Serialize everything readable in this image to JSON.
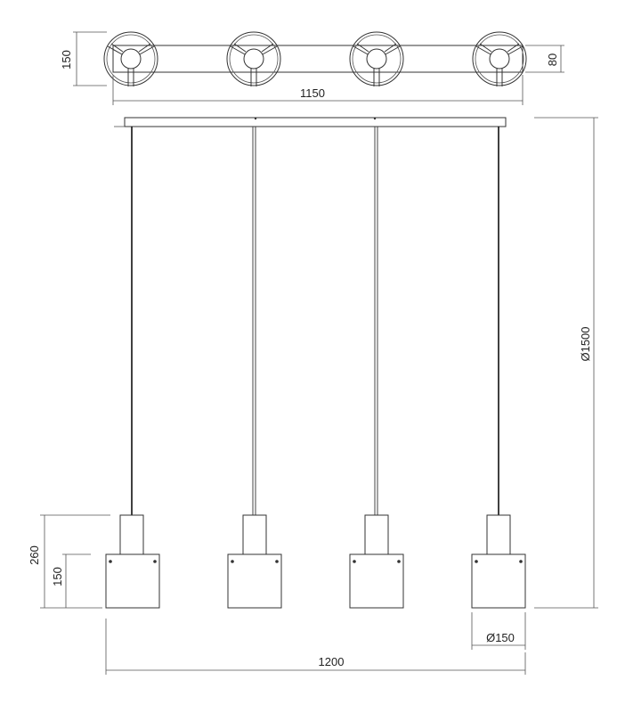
{
  "dimensions": {
    "top_height": "150",
    "top_width": "1150",
    "canopy_depth": "80",
    "overall_height": "Ø1500",
    "pendant_height": "260",
    "shade_height": "150",
    "shade_diameter": "Ø150",
    "overall_width": "1200"
  },
  "pendant_count": 4
}
